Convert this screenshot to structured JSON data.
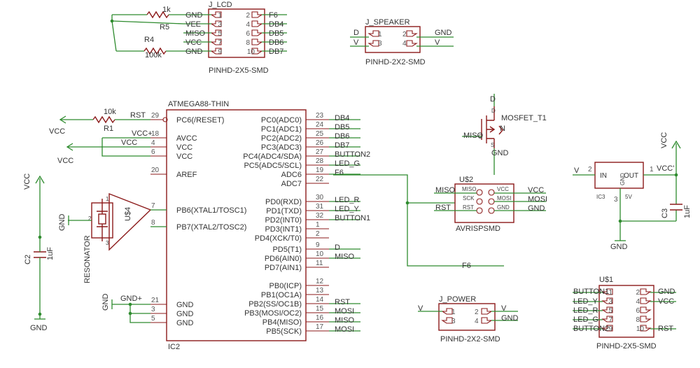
{
  "j_lcd": {
    "name": "J_LCD",
    "value": "PINHD-2X5-SMD",
    "pins_left": [
      "1",
      "3",
      "5",
      "7",
      "9"
    ],
    "pins_right": [
      "2",
      "4",
      "6",
      "8",
      "10"
    ],
    "nets_left": [
      "GND",
      "VEE",
      "MISO",
      "VCC",
      "GND"
    ],
    "nets_right": [
      "F6",
      "DB4",
      "DB5",
      "DB6",
      "DB7"
    ]
  },
  "r5": {
    "name": "R5",
    "value": "1k"
  },
  "r4": {
    "name": "R4",
    "value": "100k"
  },
  "j_speaker": {
    "name": "J_SPEAKER",
    "value": "PINHD-2X2-SMD",
    "pins": [
      "1",
      "2",
      "3",
      "4"
    ],
    "nets_left": [
      "D",
      "V"
    ],
    "nets_right": [
      "GND",
      "V"
    ]
  },
  "ic2": {
    "name": "IC2",
    "value": "ATMEGA88-THIN",
    "left_pins": [
      {
        "num": "29",
        "label": "PC6(/RESET)"
      },
      {
        "num": "18",
        "label": "AVCC"
      },
      {
        "num": "4",
        "label": "VCC"
      },
      {
        "num": "6",
        "label": "VCC"
      },
      {
        "num": "20",
        "label": "AREF"
      },
      {
        "num": "7",
        "label": "PB6(XTAL1/TOSC1)"
      },
      {
        "num": "8",
        "label": "PB7(XTAL2/TOSC2)"
      },
      {
        "num": "21",
        "label": "GND"
      },
      {
        "num": "3",
        "label": "GND"
      },
      {
        "num": "5",
        "label": "GND"
      }
    ],
    "right_pins": [
      {
        "num": "23",
        "label": "PC0(ADC0)",
        "net": "DB4"
      },
      {
        "num": "24",
        "label": "PC1(ADC1)",
        "net": "DB5"
      },
      {
        "num": "25",
        "label": "PC2(ADC2)",
        "net": "DB6"
      },
      {
        "num": "26",
        "label": "PC3(ADC3)",
        "net": "DB7"
      },
      {
        "num": "27",
        "label": "PC4(ADC4/SDA)",
        "net": "BUTTON2"
      },
      {
        "num": "28",
        "label": "PC5(ADC5/SCL)",
        "net": "LED_G"
      },
      {
        "num": "19",
        "label": "ADC6",
        "net": "F6"
      },
      {
        "num": "22",
        "label": "ADC7",
        "net": ""
      },
      {
        "num": "30",
        "label": "PD0(RXD)",
        "net": "LED_R"
      },
      {
        "num": "31",
        "label": "PD1(TXD)",
        "net": "LED_Y"
      },
      {
        "num": "32",
        "label": "PD2(INT0)",
        "net": "BUTTON1"
      },
      {
        "num": "1",
        "label": "PD3(INT1)",
        "net": ""
      },
      {
        "num": "2",
        "label": "PD4(XCK/T0)",
        "net": ""
      },
      {
        "num": "9",
        "label": "PD5(T1)",
        "net": "D"
      },
      {
        "num": "10",
        "label": "PD6(AIN0)",
        "net": "MISO"
      },
      {
        "num": "11",
        "label": "PD7(AIN1)",
        "net": ""
      },
      {
        "num": "12",
        "label": "PB0(ICP)",
        "net": ""
      },
      {
        "num": "13",
        "label": "PB1(OC1A)",
        "net": ""
      },
      {
        "num": "14",
        "label": "PB2(SS/OC1B)",
        "net": "RST"
      },
      {
        "num": "15",
        "label": "PB3(MOSI/OC2)",
        "net": "MOSI"
      },
      {
        "num": "16",
        "label": "PB4(MISO)",
        "net": "MISO"
      },
      {
        "num": "17",
        "label": "PB5(SCK)",
        "net": "MOSI"
      }
    ]
  },
  "r1": {
    "name": "R1",
    "value": "10k"
  },
  "net_labels": {
    "rst": "RST",
    "vcc": "VCC",
    "gnd": "GND",
    "gnd_plus": "GND+",
    "vcc_plus": "VCC+",
    "f6": "F6",
    "v": "V",
    "vcc_prime": "VCC'"
  },
  "u4": {
    "name": "U$4",
    "value": "RESONATOR"
  },
  "c2": {
    "name": "C2",
    "value": "1uF"
  },
  "mosfet": {
    "name": "MOSFET_T1",
    "value": "N",
    "pins": [
      "D",
      "G",
      "S"
    ],
    "nets": [
      "D",
      "MISO",
      "GND"
    ]
  },
  "u2": {
    "name": "U$2",
    "value": "AVRISPSMD",
    "left_labels": [
      "MISO",
      "SCK",
      "RST"
    ],
    "right_labels": [
      "VCC",
      "MOSI",
      "GND"
    ],
    "nets_left": [
      "MISO",
      "",
      "RST"
    ],
    "nets_right": [
      "VCC",
      "MOSI",
      "GND"
    ]
  },
  "ic3": {
    "name": "IC3",
    "value": "5V",
    "pins": [
      "IN",
      "OUT",
      "GND"
    ],
    "pin_nums": [
      "2",
      "1",
      "3"
    ]
  },
  "c3": {
    "name": "C3",
    "value": "1uF"
  },
  "j_power": {
    "name": "J_POWER",
    "value": "PINHD-2X2-SMD",
    "pins": [
      "1",
      "2",
      "3",
      "4"
    ],
    "nets_left": [
      "V"
    ],
    "nets_right": [
      "V",
      "GND"
    ]
  },
  "u1": {
    "name": "U$1",
    "value": "PINHD-2X5-SMD",
    "pins_left": [
      "1",
      "3",
      "5",
      "7",
      "9"
    ],
    "pins_right": [
      "2",
      "4",
      "6",
      "8",
      "10"
    ],
    "nets_left": [
      "BUTTON1",
      "LED_Y",
      "LED_R",
      "LED_G",
      "BUTTON2"
    ],
    "nets_right": [
      "GND",
      "VCC",
      "",
      "",
      "RST"
    ]
  }
}
